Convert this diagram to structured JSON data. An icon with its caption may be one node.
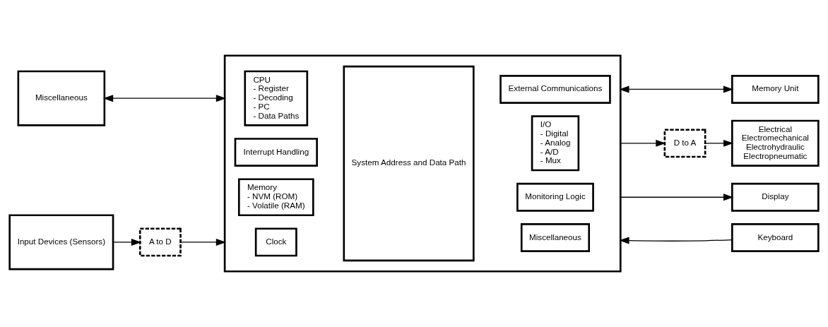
{
  "diagram": {
    "nodes": [
      {
        "text": [
          "Miscellaneous"
        ]
      },
      {
        "text": [
          "Input Devices (Sensors)"
        ]
      },
      {
        "text": [
          "A to D"
        ]
      },
      {
        "text": [],
        "shape": "box"
      },
      {
        "text": [
          "CPU",
          "- Register",
          "- Decoding",
          "- PC",
          "- Data Paths"
        ],
        "in": 3
      },
      {
        "text": [
          "Interrupt Handling"
        ],
        "in": 3
      },
      {
        "text": [
          "Memory",
          "- NVM (ROM)",
          "- Volatile (RAM)"
        ],
        "in": 3
      },
      {
        "text": [
          "Clock"
        ],
        "in": 3
      },
      {
        "text": [
          "System Address and Data Path"
        ],
        "in": 3
      },
      {
        "text": [
          "External Communications"
        ],
        "in": 3
      },
      {
        "text": [
          "I/O",
          "- Digital",
          "- Analog",
          "- A/D",
          "- Mux"
        ],
        "in": 3
      },
      {
        "text": [
          "Monitoring Logic"
        ],
        "in": 3
      },
      {
        "text": [
          "Miscellaneous"
        ],
        "in": 3
      },
      {
        "text": [
          "Memory Unit"
        ]
      },
      {
        "text": [
          "D to A"
        ]
      },
      {
        "text": [
          "Electrical",
          "Electromechanical",
          "Electrohydraulic",
          "Electropneumatic"
        ]
      },
      {
        "text": [
          "Display"
        ]
      },
      {
        "text": [
          "Keyboard"
        ]
      }
    ],
    "edges": [
      {
        "from": 0,
        "to": 3,
        "arrow": "both"
      },
      {
        "from": 1,
        "to": 2,
        "arrow": "to"
      },
      {
        "from": 2,
        "to": 3,
        "arrow": "to"
      },
      {
        "from": 3,
        "to": 13,
        "arrow": "both"
      },
      {
        "from": 3,
        "to": 14,
        "arrow": "to"
      },
      {
        "from": 14,
        "to": 15,
        "arrow": "to"
      },
      {
        "from": 3,
        "to": 16,
        "arrow": "to"
      },
      {
        "from": 17,
        "to": 3,
        "arrow": "to"
      }
    ]
  }
}
